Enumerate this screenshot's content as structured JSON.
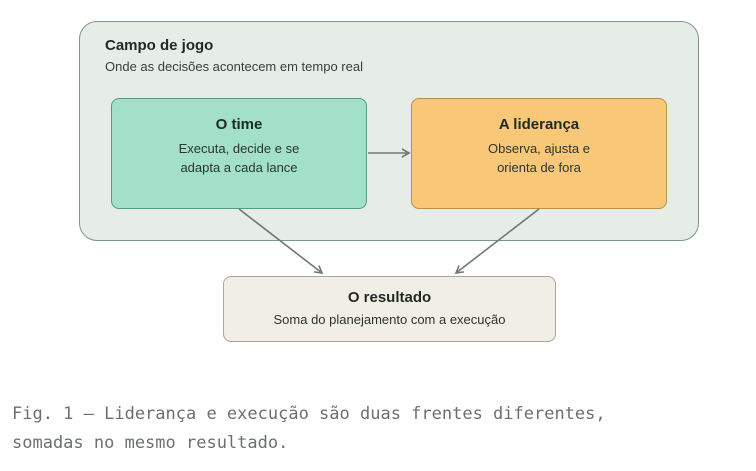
{
  "field": {
    "title": "Campo de jogo",
    "subtitle": "Onde as decisões acontecem em tempo real"
  },
  "nodes": {
    "team": {
      "title": "O time",
      "desc_line1": "Executa, decide e se",
      "desc_line2": "adapta a cada lance",
      "color": "#a2e0c9"
    },
    "leadership": {
      "title": "A liderança",
      "desc_line1": "Observa, ajusta e",
      "desc_line2": "orienta de fora",
      "color": "#f8c777"
    },
    "result": {
      "title": "O resultado",
      "desc": "Soma do planejamento com a execução",
      "color": "#f1eee6"
    }
  },
  "edges": [
    {
      "from": "team",
      "to": "leadership"
    },
    {
      "from": "team",
      "to": "result"
    },
    {
      "from": "leadership",
      "to": "result"
    }
  ],
  "caption": {
    "line1": "Fig. 1 — Liderança e execução são duas frentes diferentes,",
    "line2": "somadas no mesmo resultado."
  }
}
